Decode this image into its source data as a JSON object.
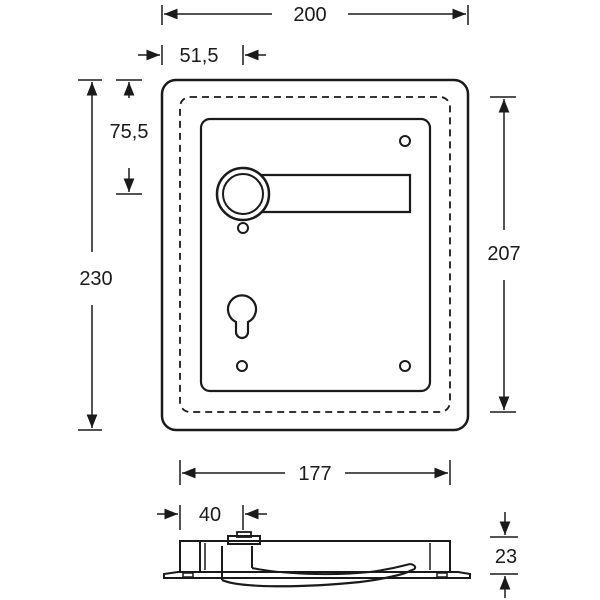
{
  "dimensions": {
    "overall_width": "200",
    "offset_x": "51,5",
    "offset_y": "75,5",
    "overall_height": "230",
    "inner_height": "207",
    "inner_width": "177",
    "side_offset": "40",
    "depth": "23"
  },
  "colors": {
    "line": "#1a1a1a",
    "background": "#ffffff"
  }
}
